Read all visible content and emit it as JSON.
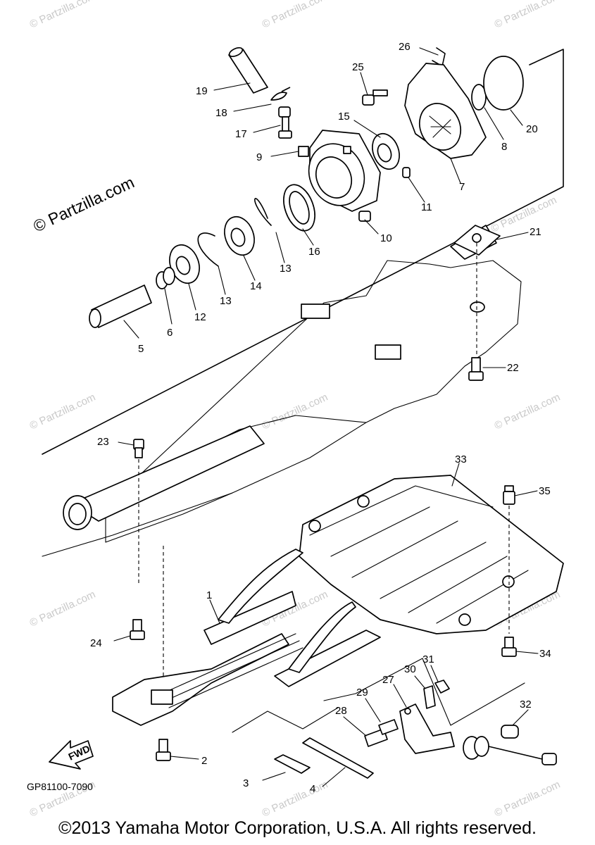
{
  "watermark": {
    "small": "© Partzilla.com",
    "large": "© Partzilla.com"
  },
  "diagram_code": "GP81100-7090",
  "fwd_label": "FWD",
  "copyright": "©2013 Yamaha Motor Corporation, U.S.A. All rights reserved.",
  "callouts": [
    "1",
    "2",
    "3",
    "4",
    "5",
    "6",
    "7",
    "8",
    "9",
    "10",
    "11",
    "12",
    "13",
    "13",
    "14",
    "15",
    "16",
    "17",
    "18",
    "19",
    "20",
    "21",
    "22",
    "23",
    "24",
    "25",
    "26",
    "27",
    "28",
    "29",
    "30",
    "31",
    "32",
    "33",
    "34",
    "35"
  ]
}
